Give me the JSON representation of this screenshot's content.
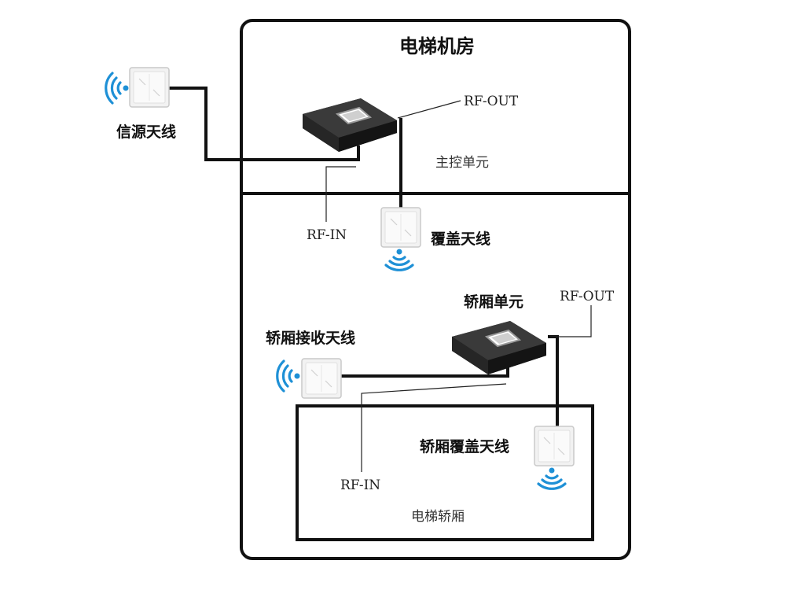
{
  "machine_room": {
    "title": "电梯机房",
    "unit_label": "主控单元"
  },
  "source_antenna": {
    "label": "信源天线"
  },
  "main_unit": {
    "rf_out": "RF-OUT",
    "rf_in": "RF-IN"
  },
  "coverage_antenna": {
    "label": "覆盖天线"
  },
  "car_unit": {
    "label": "轿厢单元",
    "rf_out": "RF-OUT",
    "rf_in": "RF-IN"
  },
  "car_receive_antenna": {
    "label": "轿厢接收天线"
  },
  "car_coverage_antenna": {
    "label": "轿厢覆盖天线"
  },
  "elevator_car": {
    "label": "电梯轿厢"
  },
  "colors": {
    "signal_waves": "#1e90d6",
    "device_body": "#2b2b2b",
    "cable": "#111111"
  },
  "icons": [
    "wifi-signal-icon",
    "panel-antenna-icon",
    "repeater-device-icon"
  ]
}
